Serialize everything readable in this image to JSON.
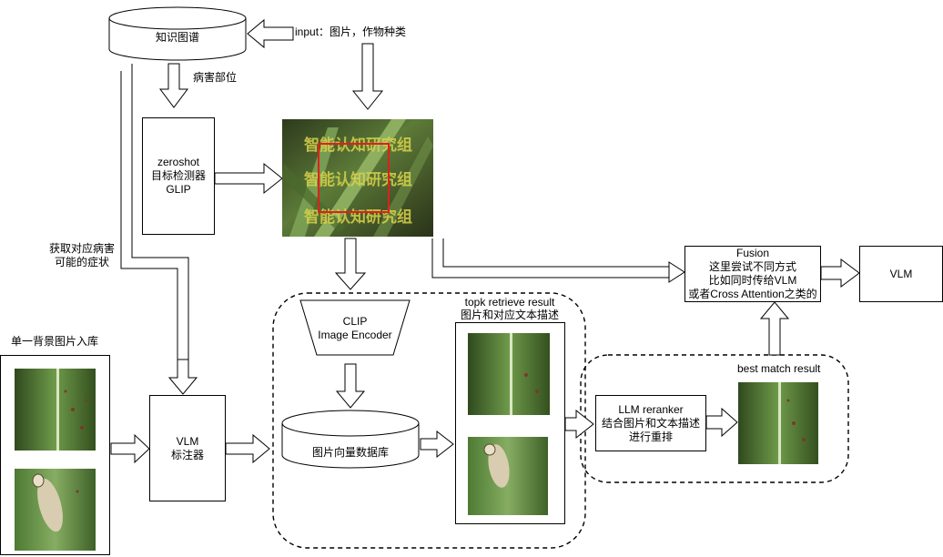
{
  "kg": {
    "label": "知识图谱"
  },
  "input_label": "input：图片，作物种类",
  "lesion_label": "病害部位",
  "glip": {
    "line1": "zeroshot",
    "line2": "目标检测器",
    "line3": "GLIP"
  },
  "symptom_label": {
    "line1": "获取对应病害",
    "line2": "可能的症状"
  },
  "single_bg_label": "单一背景图片入库",
  "vlm_annotator": {
    "line1": "VLM",
    "line2": "标注器"
  },
  "clip": {
    "line1": "CLIP",
    "line2": "Image Encoder"
  },
  "vector_db": {
    "label": "图片向量数据库"
  },
  "topk": {
    "line1": "topk retrieve result",
    "line2": "图片和对应文本描述"
  },
  "reranker": {
    "line1": "LLM reranker",
    "line2": "结合图片和文本描述",
    "line3": "进行重排"
  },
  "best_match_label": "best match result",
  "fusion": {
    "line1": "Fusion",
    "line2": "这里尝试不同方式",
    "line3": "比如同时传给VLM",
    "line4": "或者Cross Attention之类的"
  },
  "vlm_final": {
    "label": "VLM"
  },
  "watermark": {
    "line1": "智能认知研究组"
  },
  "colors": {
    "stroke": "#000000",
    "detection_box": "#e0201a",
    "watermark": "#d8d24a",
    "leaf_dark": "#3e5a25",
    "leaf_light": "#6f9a50"
  }
}
